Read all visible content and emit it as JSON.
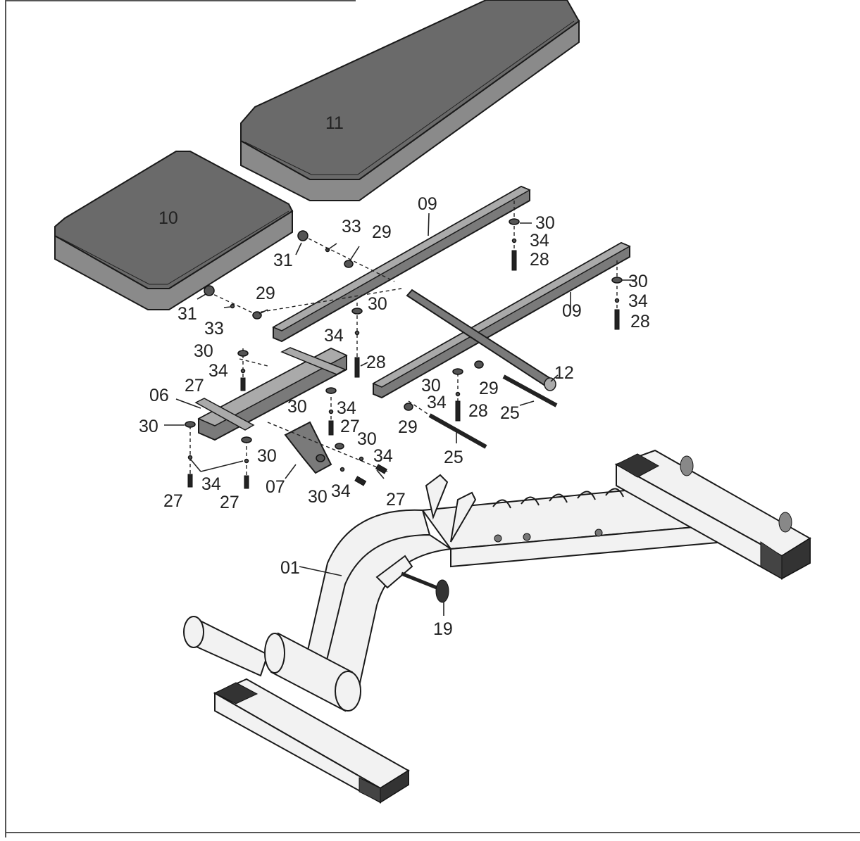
{
  "diagram": {
    "labels": {
      "p01": "01",
      "p06": "06",
      "p07": "07",
      "p09a": "09",
      "p09b": "09",
      "p10": "10",
      "p11": "11",
      "p12": "12",
      "p19": "19",
      "p25a": "25",
      "p25b": "25",
      "p27a": "27",
      "p27b": "27",
      "p27c": "27",
      "p27d": "27",
      "p27e": "27",
      "p28a": "28",
      "p28b": "28",
      "p28c": "28",
      "p28d": "28",
      "p29a": "29",
      "p29b": "29",
      "p29c": "29",
      "p29d": "29",
      "p30a": "30",
      "p30b": "30",
      "p30c": "30",
      "p30d": "30",
      "p30e": "30",
      "p30f": "30",
      "p30g": "30",
      "p30h": "30",
      "p30i": "30",
      "p30j": "30",
      "p31a": "31",
      "p31b": "31",
      "p33a": "33",
      "p33b": "33",
      "p34a": "34",
      "p34b": "34",
      "p34c": "34",
      "p34d": "34",
      "p34e": "34",
      "p34f": "34",
      "p34g": "34",
      "p34h": "34",
      "p34i": "34"
    }
  }
}
